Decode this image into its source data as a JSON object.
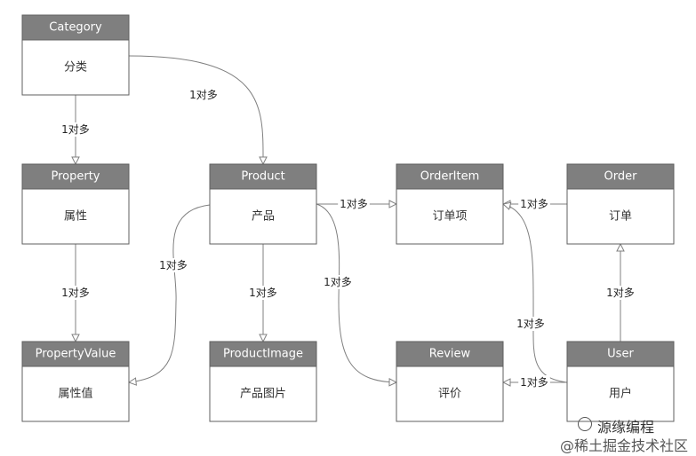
{
  "nodes": [
    {
      "id": "category",
      "title": "Category",
      "subtitle": "分类"
    },
    {
      "id": "property",
      "title": "Property",
      "subtitle": "属性"
    },
    {
      "id": "product",
      "title": "Product",
      "subtitle": "产品"
    },
    {
      "id": "orderitem",
      "title": "OrderItem",
      "subtitle": "订单项"
    },
    {
      "id": "order",
      "title": "Order",
      "subtitle": "订单"
    },
    {
      "id": "propertyvalue",
      "title": "PropertyValue",
      "subtitle": "属性值"
    },
    {
      "id": "productimage",
      "title": "ProductImage",
      "subtitle": "产品图片"
    },
    {
      "id": "review",
      "title": "Review",
      "subtitle": "评价"
    },
    {
      "id": "user",
      "title": "User",
      "subtitle": "用户"
    }
  ],
  "edges": [
    {
      "id": "category-property",
      "from": "category",
      "to": "property",
      "label": "1对多"
    },
    {
      "id": "category-product",
      "from": "category",
      "to": "product",
      "label": "1对多"
    },
    {
      "id": "property-propertyvalue",
      "from": "property",
      "to": "propertyvalue",
      "label": "1对多"
    },
    {
      "id": "product-propertyvalue",
      "from": "product",
      "to": "propertyvalue",
      "label": "1对多"
    },
    {
      "id": "product-productimage",
      "from": "product",
      "to": "productimage",
      "label": "1对多"
    },
    {
      "id": "product-orderitem",
      "from": "product",
      "to": "orderitem",
      "label": "1对多"
    },
    {
      "id": "product-review",
      "from": "product",
      "to": "review",
      "label": "1对多"
    },
    {
      "id": "order-orderitem",
      "from": "order",
      "to": "orderitem",
      "label": "1对多"
    },
    {
      "id": "user-order",
      "from": "user",
      "to": "order",
      "label": "1对多"
    },
    {
      "id": "user-orderitem",
      "from": "user",
      "to": "orderitem",
      "label": "1对多"
    },
    {
      "id": "user-review",
      "from": "user",
      "to": "review",
      "label": "1对多"
    }
  ],
  "watermark": {
    "line1": "源缘编程",
    "line2": "@稀土掘金技术社区"
  }
}
